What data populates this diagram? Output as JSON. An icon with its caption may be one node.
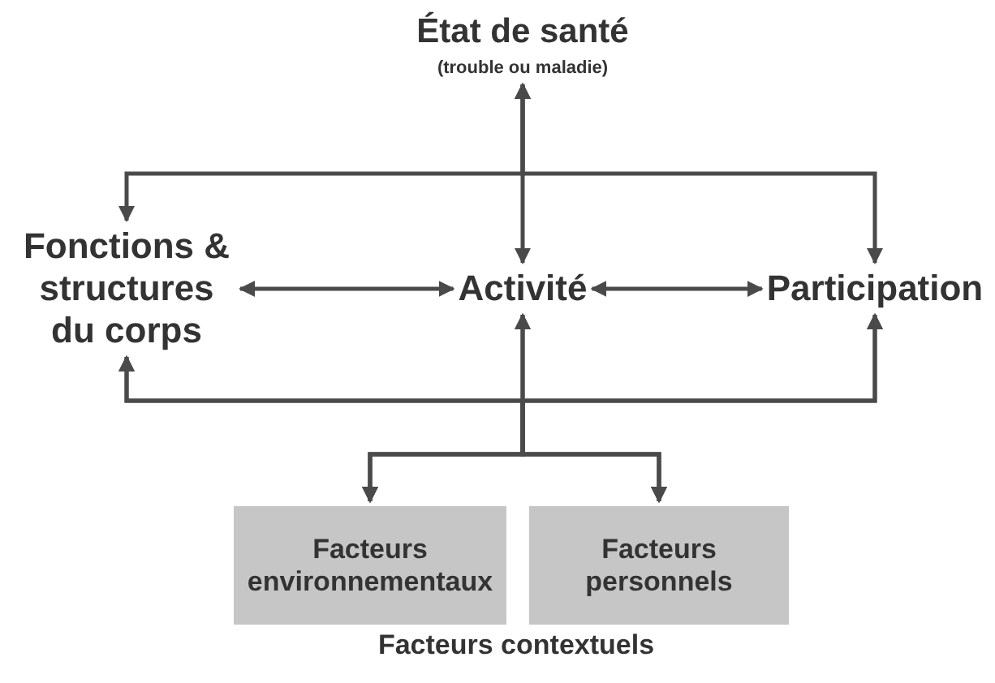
{
  "diagram": {
    "nodes": [
      {
        "text": [
          "État de santé",
          "(trouble ou maladie)"
        ]
      },
      {
        "text": [
          "Fonctions & structures du corps"
        ]
      },
      {
        "text": [
          "Activité"
        ]
      },
      {
        "text": [
          "Participation"
        ]
      },
      {
        "text": [
          "Facteurs environnementaux"
        ]
      },
      {
        "text": [
          "Facteurs personnels"
        ]
      }
    ],
    "edges": [
      {
        "from": 0,
        "to": 2,
        "arrow": "both"
      },
      {
        "from": 0,
        "to": 1,
        "arrow": "both"
      },
      {
        "from": 0,
        "to": 3,
        "arrow": "both"
      },
      {
        "from": 1,
        "to": 2,
        "arrow": "both"
      },
      {
        "from": 2,
        "to": 3,
        "arrow": "both"
      },
      {
        "from": 4,
        "to": 1,
        "arrow": "both"
      },
      {
        "from": 4,
        "to": 2,
        "arrow": "both"
      },
      {
        "from": 4,
        "to": 3,
        "arrow": "both"
      },
      {
        "from": 5,
        "to": 1,
        "arrow": "both"
      },
      {
        "from": 5,
        "to": 2,
        "arrow": "both"
      },
      {
        "from": 5,
        "to": 3,
        "arrow": "both"
      }
    ],
    "labels": [
      "Facteurs contextuels"
    ]
  }
}
